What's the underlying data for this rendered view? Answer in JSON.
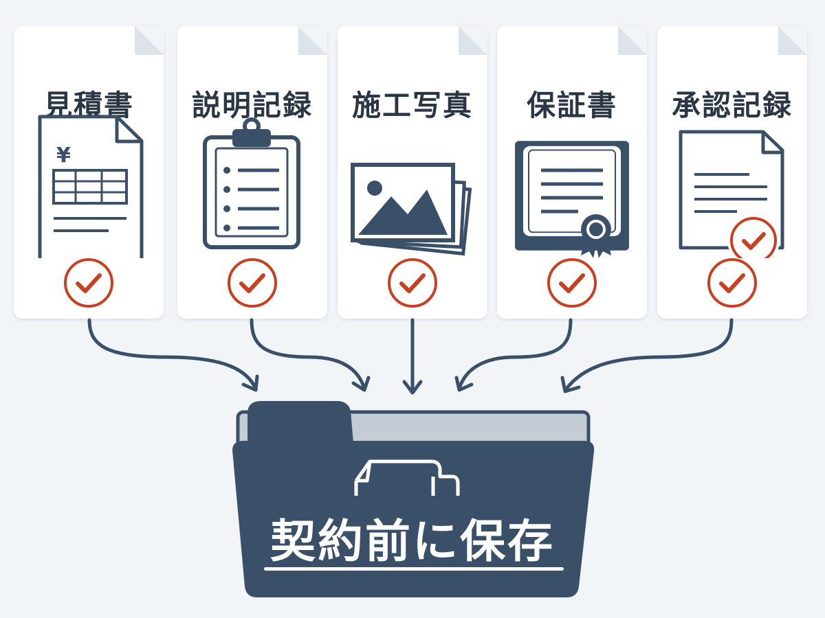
{
  "cards": [
    {
      "title": "見積書",
      "icon": "estimate-document-icon",
      "symbol": "¥"
    },
    {
      "title": "説明記録",
      "icon": "clipboard-checklist-icon"
    },
    {
      "title": "施工写真",
      "icon": "photo-stack-icon"
    },
    {
      "title": "保証書",
      "icon": "certificate-ribbon-icon"
    },
    {
      "title": "承認記録",
      "icon": "approved-document-icon"
    }
  ],
  "folder": {
    "label": "契約前に保存",
    "icon": "folder-icon"
  },
  "colors": {
    "navy": "#3a5068",
    "check": "#c8401f",
    "card": "#ffffff",
    "background": "#f2f5f8",
    "folder_back": "#c4ccd6"
  }
}
